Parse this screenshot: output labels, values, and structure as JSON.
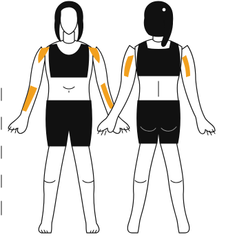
{
  "figures": [
    {
      "view": "front",
      "highlighted_regions": [
        "left-shoulder",
        "right-shoulder",
        "left-forearm",
        "right-forearm"
      ]
    },
    {
      "view": "back",
      "highlighted_regions": [
        "left-upper-arm",
        "right-upper-arm"
      ]
    }
  ],
  "colors": {
    "highlight": "#f2a01e",
    "clothing": "#111111",
    "outline": "#111111",
    "background": "#ffffff"
  }
}
